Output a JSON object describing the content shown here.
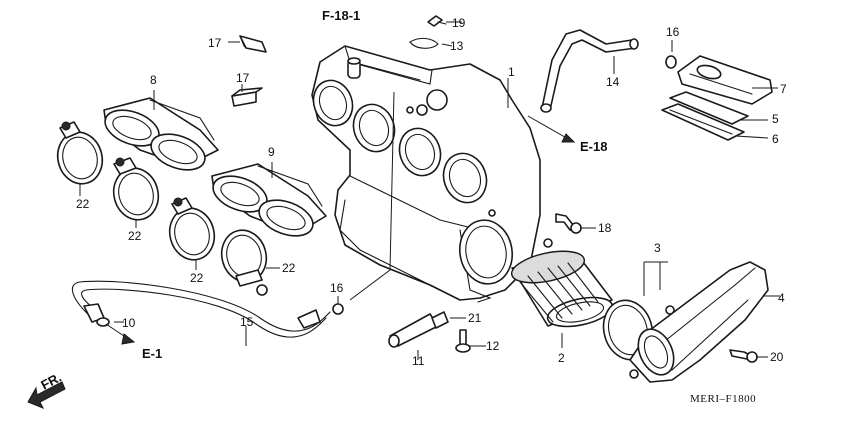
{
  "diagram": {
    "callouts": {
      "p1": "1",
      "p2": "2",
      "p3": "3",
      "p4": "4",
      "p5": "5",
      "p6": "6",
      "p7": "7",
      "p8": "8",
      "p9": "9",
      "p10": "10",
      "p11": "11",
      "p12": "12",
      "p13": "13",
      "p14": "14",
      "p15": "15",
      "p16a": "16",
      "p16b": "16",
      "p17a": "17",
      "p17b": "17",
      "p18": "18",
      "p19": "19",
      "p20": "20",
      "p21": "21",
      "p22a": "22",
      "p22b": "22",
      "p22c": "22",
      "p22d": "22"
    },
    "refs": {
      "f181": "F-18-1",
      "e18": "E-18",
      "e1": "E-1"
    },
    "direction_label": "FR.",
    "diagram_code": "MERI–F1800"
  }
}
